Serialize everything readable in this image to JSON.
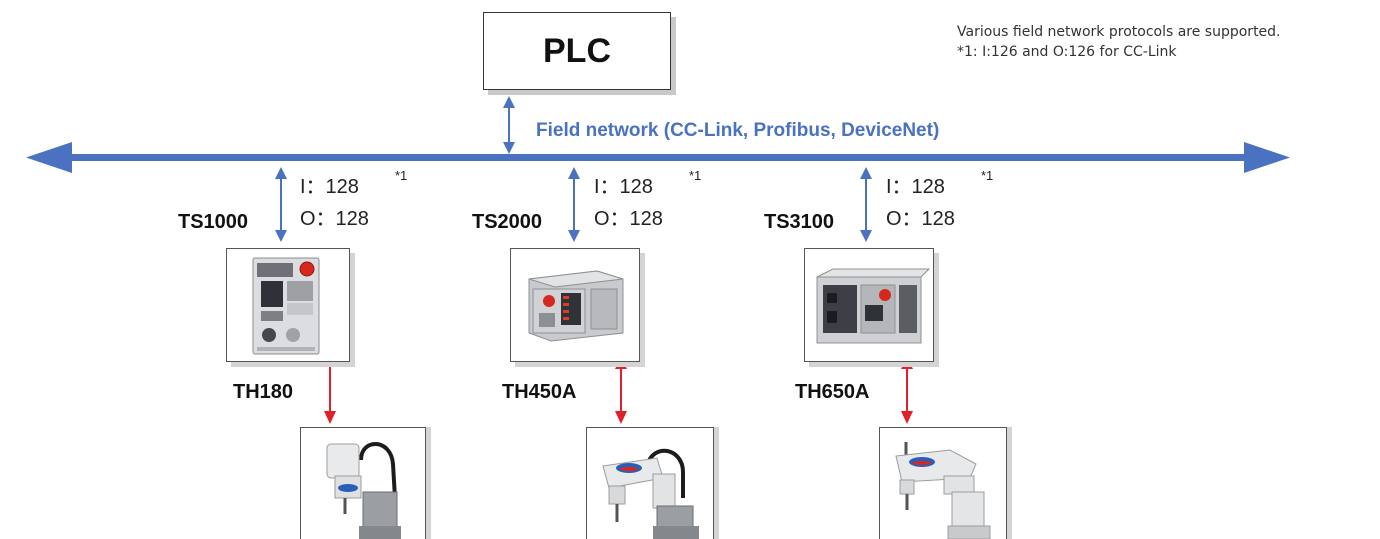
{
  "plc": {
    "label": "PLC"
  },
  "notes": {
    "line1": "Various field network protocols are supported.",
    "line2": "*1: I:126 and O:126 for CC-Link"
  },
  "network": {
    "label": "Field network (CC-Link, Profibus, DeviceNet)"
  },
  "colors": {
    "network_blue": "#4a72c0",
    "robot_link_red": "#e0202a"
  },
  "units": [
    {
      "controller": "TS1000",
      "input": "I：128",
      "output": "O：128",
      "footnote": "*1",
      "robot": "TH180"
    },
    {
      "controller": "TS2000",
      "input": "I：128",
      "output": "O：128",
      "footnote": "*1",
      "robot": "TH450A"
    },
    {
      "controller": "TS3100",
      "input": "I：128",
      "output": "O：128",
      "footnote": "*1",
      "robot": "TH650A"
    }
  ]
}
